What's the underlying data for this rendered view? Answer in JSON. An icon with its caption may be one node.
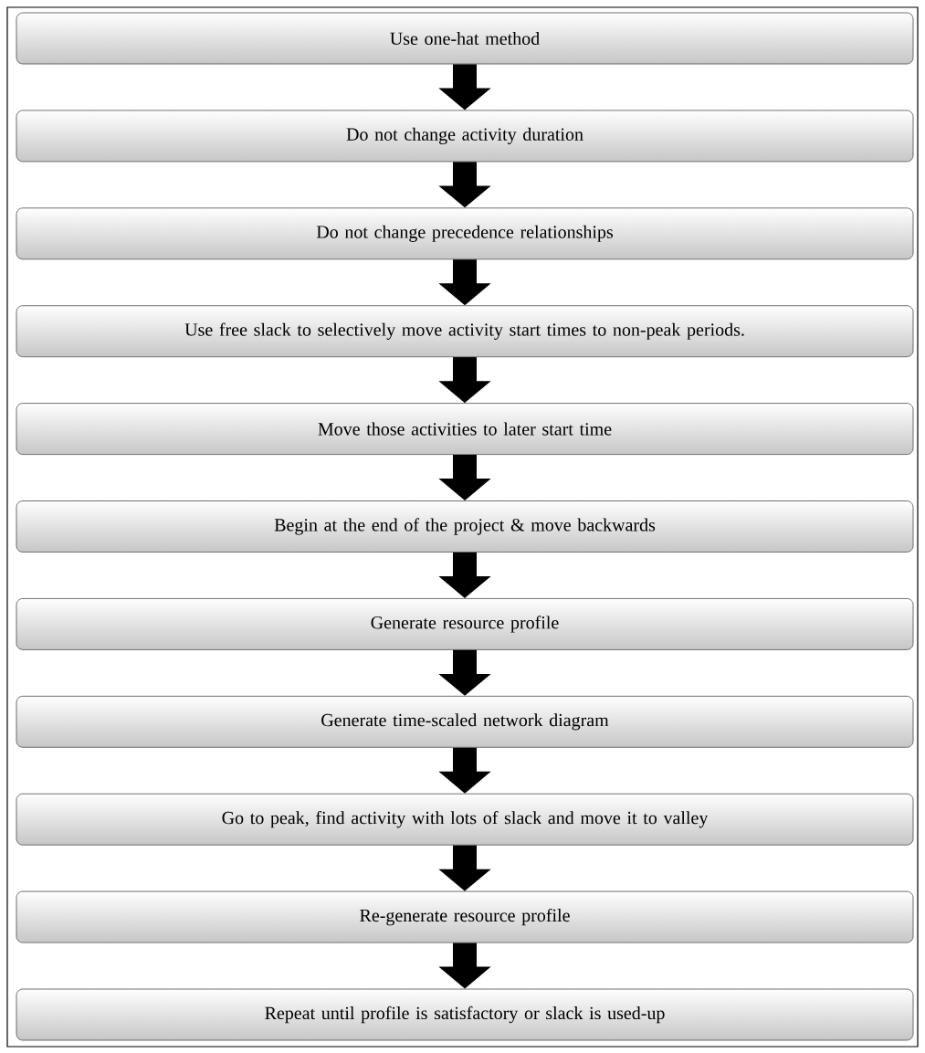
{
  "diagram": {
    "nodes": [
      {
        "text": [
          "Use one-hat method"
        ]
      },
      {
        "text": [
          "Do not change activity duration"
        ]
      },
      {
        "text": [
          "Do not change precedence relationships"
        ]
      },
      {
        "text": [
          "Use free slack to selectively move activity start times to non-peak periods."
        ]
      },
      {
        "text": [
          "Move those activities to later start time"
        ]
      },
      {
        "text": [
          "Begin at the end of the project & move backwards"
        ]
      },
      {
        "text": [
          "Generate resource profile"
        ]
      },
      {
        "text": [
          "Generate time-scaled network diagram"
        ]
      },
      {
        "text": [
          "Go to peak, find activity with lots of slack and move it to valley"
        ]
      },
      {
        "text": [
          "Re-generate resource profile"
        ]
      },
      {
        "text": [
          "Repeat until profile is satisfactory or slack is used-up"
        ]
      }
    ],
    "edges": [
      {
        "from": 0,
        "to": 1,
        "arrow": "to"
      },
      {
        "from": 1,
        "to": 2,
        "arrow": "to"
      },
      {
        "from": 2,
        "to": 3,
        "arrow": "to"
      },
      {
        "from": 3,
        "to": 4,
        "arrow": "to"
      },
      {
        "from": 4,
        "to": 5,
        "arrow": "to"
      },
      {
        "from": 5,
        "to": 6,
        "arrow": "to"
      },
      {
        "from": 6,
        "to": 7,
        "arrow": "to"
      },
      {
        "from": 7,
        "to": 8,
        "arrow": "to"
      },
      {
        "from": 8,
        "to": 9,
        "arrow": "to"
      },
      {
        "from": 9,
        "to": 10,
        "arrow": "to"
      }
    ]
  }
}
